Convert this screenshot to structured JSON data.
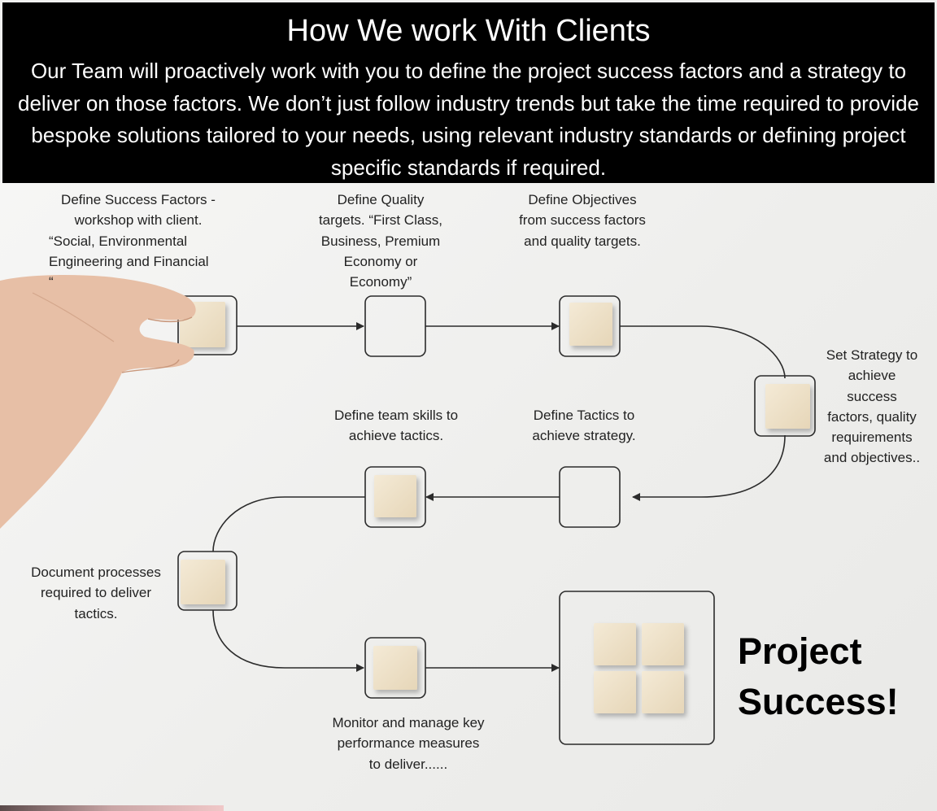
{
  "header": {
    "title": "How We work With Clients",
    "subtitle": "Our Team will proactively work with you to define the project success factors and a strategy to deliver on those factors. We don’t just follow industry trends but take the time required to provide bespoke solutions tailored to your needs, using relevant industry standards or defining project specific standards if required."
  },
  "steps": {
    "success_factors": [
      "Define Success Factors -",
      "workshop with client.",
      "“Social, Environmental",
      "Engineering and Financial",
      "“"
    ],
    "quality": [
      "Define Quality",
      "targets. “First Class,",
      "Business, Premium",
      "Economy or",
      "Economy”"
    ],
    "objectives": [
      "Define Objectives",
      "from success factors",
      "and quality targets."
    ],
    "strategy": [
      "Set Strategy to",
      "achieve",
      "success",
      "factors, quality",
      "requirements",
      "and objectives.."
    ],
    "tactics": [
      "Define Tactics to",
      "achieve strategy."
    ],
    "team_skills": [
      "Define team skills to",
      "achieve tactics."
    ],
    "document": [
      "Document processes",
      "required to deliver",
      "tactics."
    ],
    "monitor": [
      "Monitor and manage key",
      "performance measures",
      "to deliver......"
    ]
  },
  "result": {
    "line1": "Project",
    "line2": "Success!"
  },
  "colors": {
    "banner_bg": "#000000",
    "block": "#efe2c8",
    "line": "#2b2b2b"
  }
}
